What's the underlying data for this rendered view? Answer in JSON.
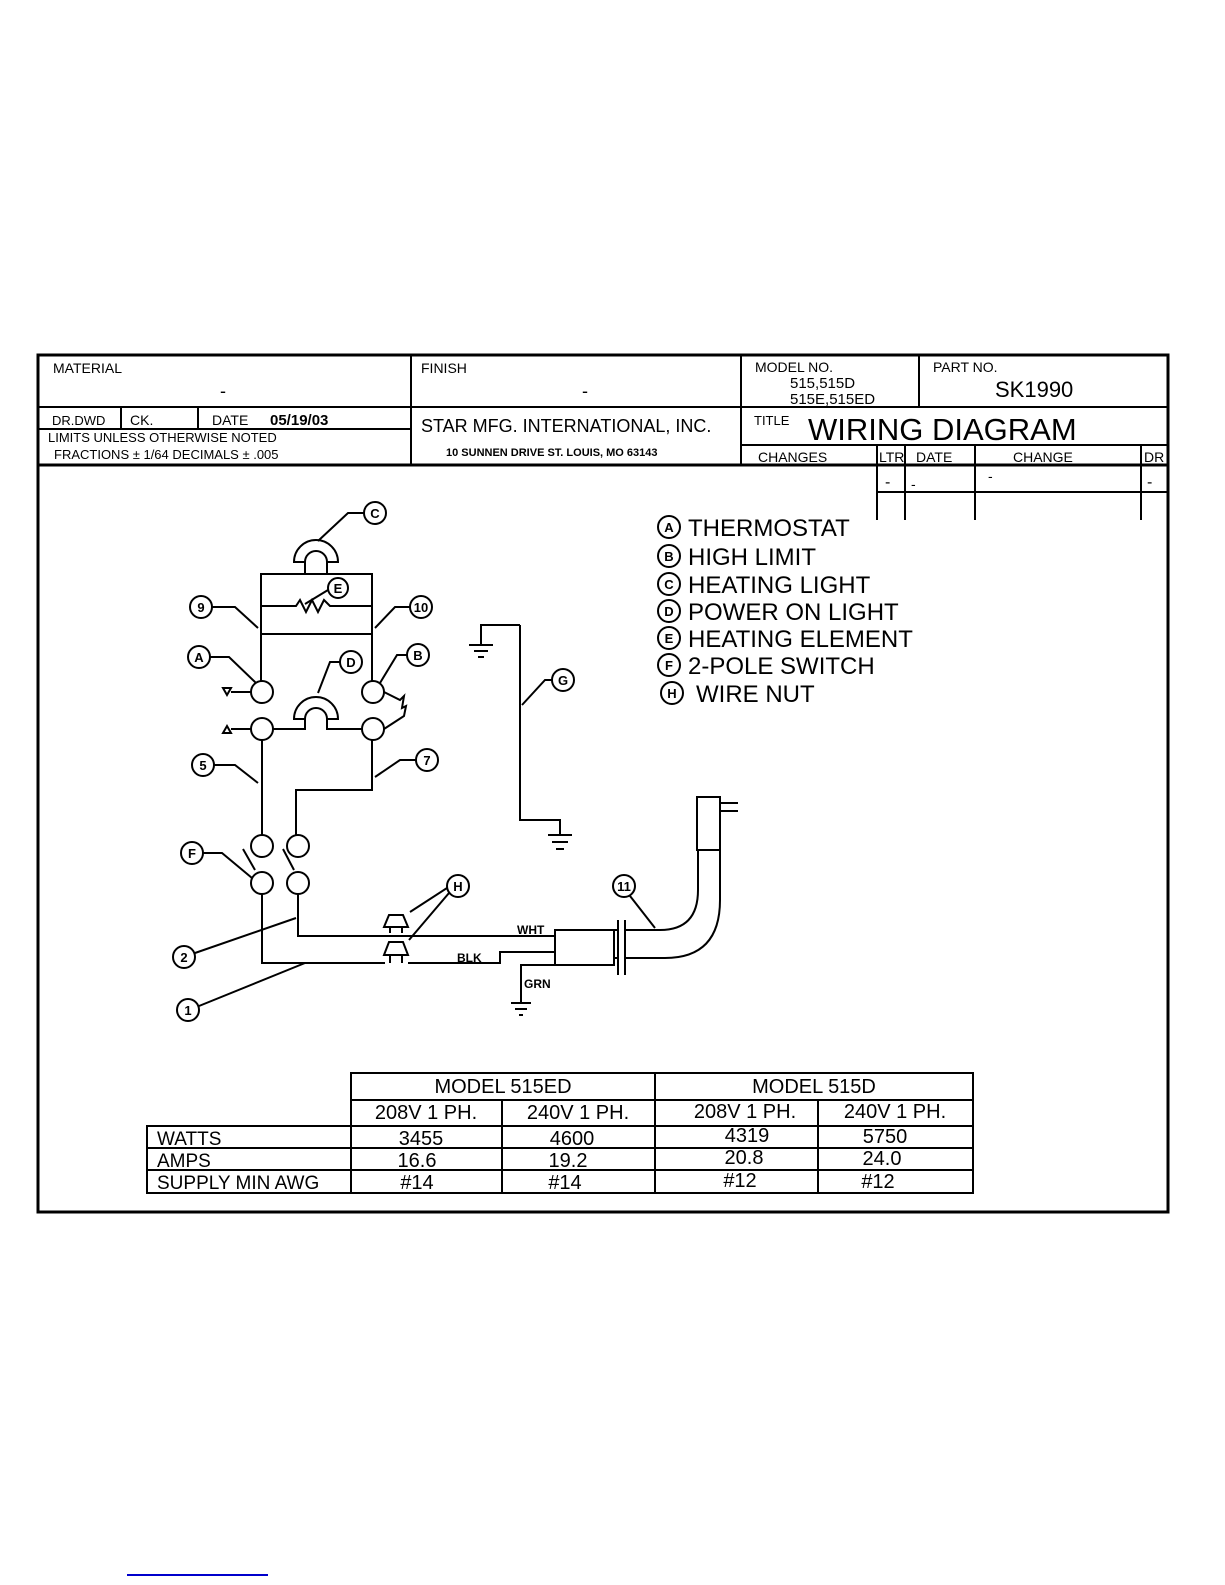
{
  "title_block": {
    "material_label": "MATERIAL",
    "material_value": "-",
    "finish_label": "FINISH",
    "finish_value": "-",
    "model_no_label": "MODEL NO.",
    "model_no_line1": "515,515D",
    "model_no_line2": "515E,515ED",
    "part_no_label": "PART NO.",
    "part_no_value": "SK1990",
    "drawn_by": "DR.DWD",
    "checked_label": "CK.",
    "date_label": "DATE",
    "date_value": "05/19/03",
    "limits_note": "LIMITS UNLESS OTHERWISE NOTED",
    "tolerances": "FRACTIONS ± 1/64   DECIMALS ± .005",
    "company": "STAR MFG. INTERNATIONAL, INC.",
    "address": "10 SUNNEN DRIVE  ST. LOUIS,  MO 63143",
    "title_label": "TITLE",
    "title_value": "WIRING  DIAGRAM",
    "changes": {
      "label": "CHANGES",
      "columns": [
        "LTR",
        "DATE",
        "CHANGE",
        "DR"
      ],
      "row": [
        "-",
        "-",
        "-",
        "-"
      ]
    }
  },
  "legend": [
    {
      "key": "A",
      "label": "THERMOSTAT"
    },
    {
      "key": "B",
      "label": "HIGH  LIMIT"
    },
    {
      "key": "C",
      "label": "HEATING  LIGHT"
    },
    {
      "key": "D",
      "label": "POWER  ON  LIGHT"
    },
    {
      "key": "E",
      "label": "HEATING  ELEMENT"
    },
    {
      "key": "F",
      "label": "2-POLE  SWITCH"
    },
    {
      "key": "H",
      "label": "WIRE  NUT"
    }
  ],
  "diagram": {
    "callouts": [
      "A",
      "B",
      "C",
      "D",
      "E",
      "F",
      "G",
      "H",
      "1",
      "2",
      "5",
      "7",
      "9",
      "10",
      "11"
    ],
    "wire_labels": {
      "white": "WHT",
      "black": "BLK",
      "green": "GRN"
    }
  },
  "spec_table": {
    "models": [
      "MODEL  515ED",
      "MODEL  515D"
    ],
    "voltages": [
      "208V  1  PH.",
      "240V  1  PH.",
      "208V  1  PH.",
      "240V  1  PH."
    ],
    "rows": [
      {
        "label": "WATTS",
        "values": [
          "3455",
          "4600",
          "4319",
          "5750"
        ]
      },
      {
        "label": "AMPS",
        "values": [
          "16.6",
          "19.2",
          "20.8",
          "24.0"
        ]
      },
      {
        "label": "SUPPLY  MIN  AWG",
        "values": [
          "#14",
          "#14",
          "#12",
          "#12"
        ]
      }
    ]
  }
}
